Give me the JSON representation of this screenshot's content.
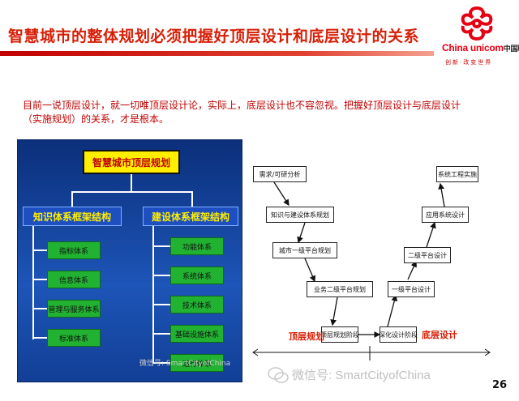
{
  "title": "智慧城市的整体规划必须把握好顶层设计和底层设计的关系",
  "logo": {
    "brand_en": "China unicom",
    "brand_cn": "中国联通",
    "slogan": "创新·改变世界"
  },
  "intro": "目前一说顶层设计，就一切唯顶层设计论，实际上，底层设计也不容忽视。把握好顶层设计与底层设计（实施规划）的关系，才是根本。",
  "left_diagram": {
    "top": "智慧城市顶层规划",
    "branches": [
      {
        "title": "知识体系框架结构",
        "items": [
          "指标体系",
          "信息体系",
          "管理与服务体系",
          "标准体系"
        ]
      },
      {
        "title": "建设体系框架结构",
        "items": [
          "功能体系",
          "系统体系",
          "技术体系",
          "基础设施体系",
          "运行体系"
        ]
      }
    ]
  },
  "right_diagram": {
    "left_chain": [
      "需求/可研分析",
      "知识与建设体系规划",
      "城市一级平台规划",
      "业务二级平台规划",
      "顶层规划阶段"
    ],
    "right_chain": [
      "系统工程实施",
      "应用系统设计",
      "二级平台设计",
      "一级平台设计",
      "深化设计阶段"
    ],
    "label_left": "顶层规划",
    "label_right": "底层设计"
  },
  "watermark": "微信号: SmartCityofChina",
  "page_number": "26",
  "colors": {
    "title": "#d81e06",
    "panel": "#1d55b8",
    "box_green": "#22b232",
    "box_yellow": "#ffee00"
  }
}
